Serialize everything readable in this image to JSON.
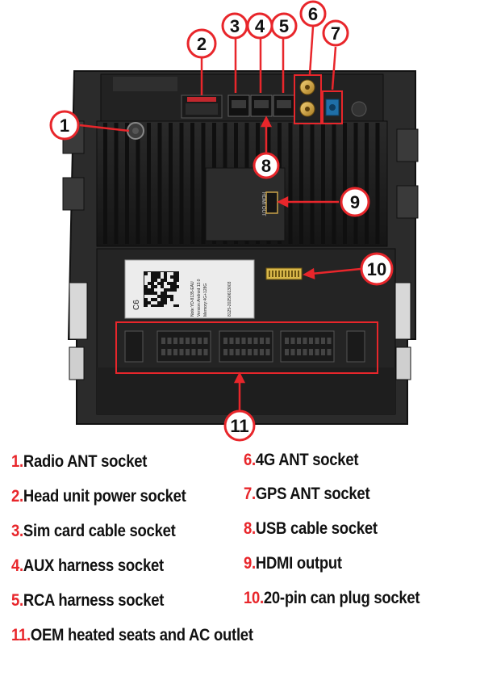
{
  "callouts": [
    {
      "id": "1",
      "label": "1"
    },
    {
      "id": "2",
      "label": "2"
    },
    {
      "id": "3",
      "label": "3"
    },
    {
      "id": "4",
      "label": "4"
    },
    {
      "id": "5",
      "label": "5"
    },
    {
      "id": "6",
      "label": "6"
    },
    {
      "id": "7",
      "label": "7"
    },
    {
      "id": "8",
      "label": "8"
    },
    {
      "id": "9",
      "label": "9"
    },
    {
      "id": "10",
      "label": "10"
    },
    {
      "id": "11",
      "label": "11"
    }
  ],
  "legend": [
    {
      "num": "1.",
      "text": "Radio ANT socket"
    },
    {
      "num": "2.",
      "text": "Head unit power socket"
    },
    {
      "num": "3.",
      "text": "Sim card cable socket"
    },
    {
      "num": "4.",
      "text": "AUX harness socket"
    },
    {
      "num": "5.",
      "text": "RCA harness socket"
    },
    {
      "num": "6.",
      "text": "4G ANT  socket"
    },
    {
      "num": "7.",
      "text": "GPS ANT socket"
    },
    {
      "num": "8.",
      "text": "USB cable socket"
    },
    {
      "num": "9.",
      "text": "HDMI output"
    },
    {
      "num": "10.",
      "text": "20-pin can plug socket"
    },
    {
      "num": "11.",
      "text": "OEM heated seats and AC outlet"
    }
  ],
  "sticker": {
    "model_code": "C6",
    "lines": [
      "Note:YD-8135-EAU",
      "Version:Android 13.0",
      "Memory:4G+128G"
    ],
    "serial": "8125-20250613003"
  },
  "port_label": "HDMI OUT",
  "colors": {
    "accent": "#e8262b",
    "housing": "#1c1c1c",
    "gold": "#c9a24a",
    "gps_blue": "#1f6fa8"
  }
}
